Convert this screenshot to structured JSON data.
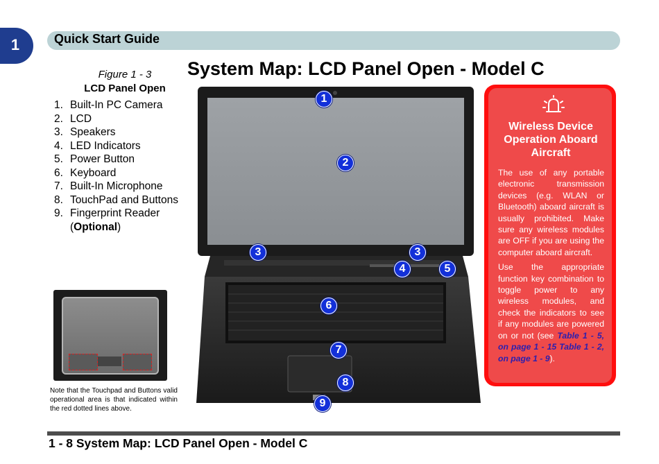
{
  "chapter": {
    "number": "1"
  },
  "header": {
    "title": "Quick Start Guide"
  },
  "page_title": "System Map: LCD Panel Open - Model C",
  "figure": {
    "number": "Figure 1 - 3",
    "name": "LCD Panel Open",
    "items": [
      {
        "num": "1.",
        "label": "Built-In PC Camera"
      },
      {
        "num": "2.",
        "label": "LCD"
      },
      {
        "num": "3.",
        "label": "Speakers"
      },
      {
        "num": "4.",
        "label": "LED Indicators"
      },
      {
        "num": "5.",
        "label": "Power Button"
      },
      {
        "num": "6.",
        "label": "Keyboard"
      },
      {
        "num": "7.",
        "label": "Built-In Microphone"
      },
      {
        "num": "8.",
        "label": "TouchPad and Buttons"
      },
      {
        "num": "9.",
        "label_prefix": "Fingerprint Reader (",
        "label_bold": "Optional",
        "label_suffix": ")"
      }
    ]
  },
  "touchpad_note": "Note that the Touchpad and Buttons valid operational area is that indicated within the red dotted lines above.",
  "callouts": {
    "c1": "1",
    "c2": "2",
    "c3a": "3",
    "c3b": "3",
    "c4": "4",
    "c5": "5",
    "c6": "6",
    "c7": "7",
    "c8": "8",
    "c9": "9"
  },
  "warning": {
    "icon": "aircraft-alert-icon",
    "title": "Wireless Device Operation Aboard Aircraft",
    "para1": "The use of any portable electronic transmission devices (e.g. WLAN or Bluetooth) aboard aircraft is usually prohibited. Make sure any wireless modules are OFF if you are using the computer aboard aircraft.",
    "para2_prefix": "Use the appropriate function key combination to toggle power to any wireless modules, and check the indicators to see if any modules are powered on or not (see ",
    "xref1": "Table 1 - 5, on page 1 - 15",
    "xref2": "Table 1 - 2, on page 1 - 9",
    "para2_suffix": ")."
  },
  "colors": {
    "accent_blue": "#1f3d8f",
    "header_bg": "#bcd3d6",
    "warning_red": "#ff0e0e",
    "callout_blue": "#1330d9"
  },
  "footer": {
    "text": "1 - 8 System Map: LCD Panel Open - Model C"
  }
}
